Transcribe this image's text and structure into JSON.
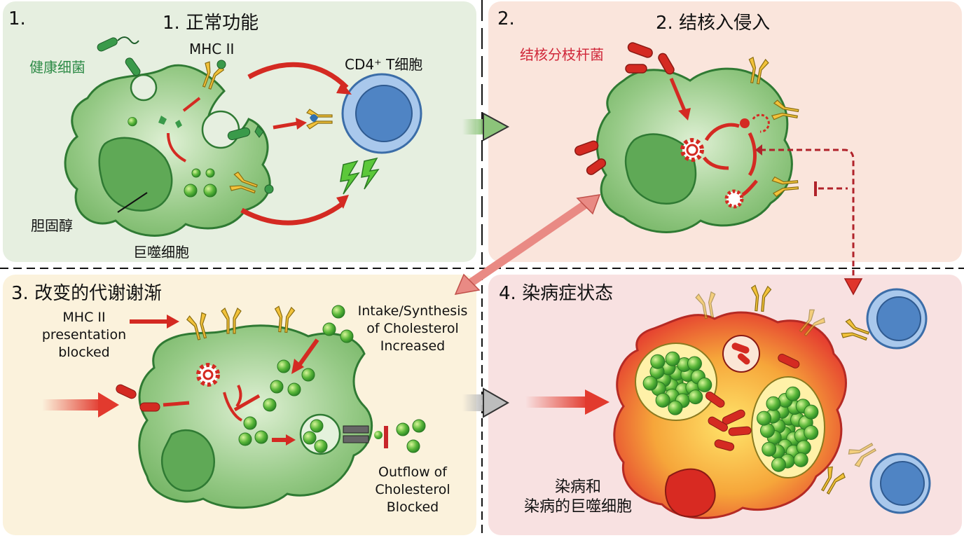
{
  "colors": {
    "panel1_bg": "#e6efe0",
    "panel2_bg": "#fae5dc",
    "panel3_bg": "#fbf2dc",
    "panel4_bg": "#f8e1e1",
    "macrophage_green": "#8cc47a",
    "infected_red": "#e8413a",
    "arrow_red": "#d42a22",
    "receptor_yellow": "#f2c23a",
    "tcell_blue": "#4f84c4",
    "label_green": "#2e8b47",
    "label_red": "#d0283a"
  },
  "panels": [
    {
      "id": 1,
      "number": "1.",
      "title": "1. 正常功能",
      "labels": {
        "healthy_bacteria": "健康细菌",
        "mhc2": "MHC II",
        "tcell": "CD4⁺ T细胞",
        "cholesterol": "胆固醇",
        "macrophage": "巨噬细胞"
      }
    },
    {
      "id": 2,
      "number": "2.",
      "title": "2. 结核入侵入",
      "labels": {
        "mtb": "结核分枝杆菌"
      }
    },
    {
      "id": 3,
      "number": "",
      "title": "3. 改变的代谢谢渐",
      "labels": {
        "mhc_blocked": [
          "MHC II",
          "presentation",
          "blocked"
        ],
        "intake": [
          "Intake/Synthesis",
          "of Cholesterol",
          "Increased"
        ],
        "outflow": [
          "Outflow of",
          "Cholesterol",
          "Blocked"
        ]
      }
    },
    {
      "id": 4,
      "number": "",
      "title": "4. 染病症状态",
      "labels": {
        "infected": [
          "染病和",
          "染病的巨噬细胞"
        ]
      }
    }
  ]
}
